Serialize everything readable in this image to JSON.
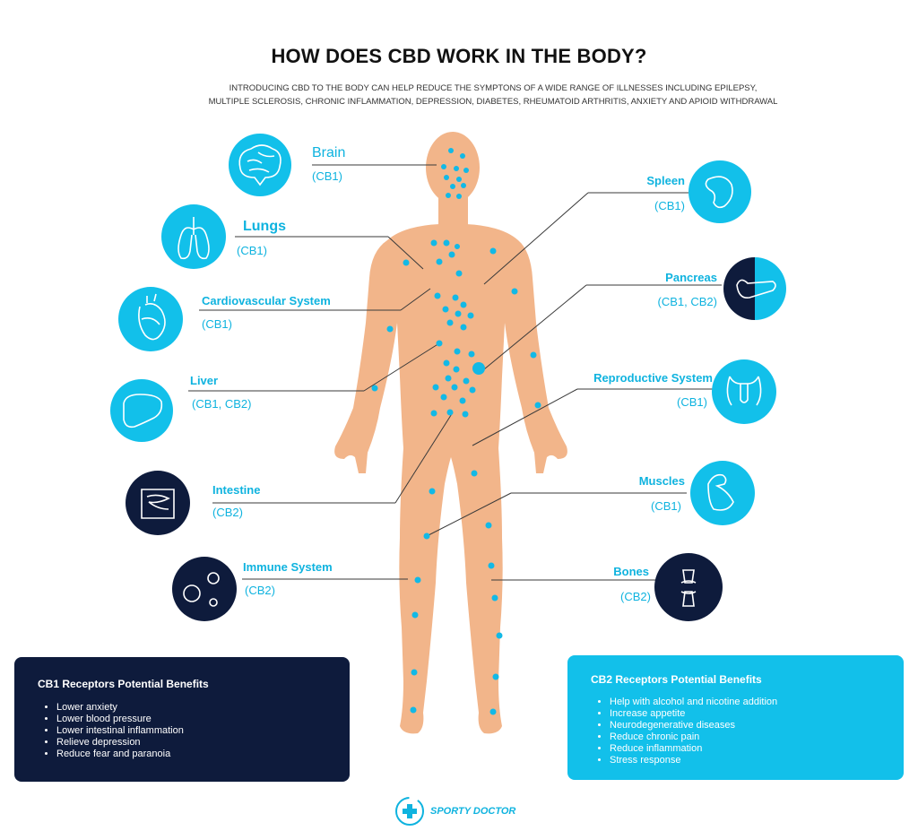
{
  "title": "HOW DOES CBD WORK IN THE BODY?",
  "subtitle_line1": "INTRODUCING CBD TO THE BODY CAN HELP REDUCE THE SYMPTONS OF A WIDE RANGE OF ILLNESSES INCLUDING EPILEPSY,",
  "subtitle_line2": "MULTIPLE SCLEROSIS, CHRONIC INFLAMMATION, DEPRESSION, DIABETES, RHEUMATOID ARTHRITIS, ANXIETY AND APIOID WITHDRAWAL",
  "colors": {
    "accent": "#0fb3df",
    "dark": "#0e1b3c",
    "skin": "#f2b58a",
    "cb2_box": "#12c0ea"
  },
  "organs_left": [
    {
      "name": "Brain",
      "receptors": "(CB1)",
      "icon": "brain-icon"
    },
    {
      "name": "Lungs",
      "receptors": "(CB1)",
      "icon": "lungs-icon"
    },
    {
      "name": "Cardiovascular System",
      "receptors": "(CB1)",
      "icon": "heart-icon"
    },
    {
      "name": "Liver",
      "receptors": "(CB1, CB2)",
      "icon": "liver-icon"
    },
    {
      "name": "Intestine",
      "receptors": "(CB2)",
      "icon": "intestine-icon"
    },
    {
      "name": "Immune System",
      "receptors": "(CB2)",
      "icon": "immune-cells-icon"
    }
  ],
  "organs_right": [
    {
      "name": "Spleen",
      "receptors": "(CB1)",
      "icon": "spleen-icon"
    },
    {
      "name": "Pancreas",
      "receptors": "(CB1, CB2)",
      "icon": "pancreas-icon"
    },
    {
      "name": "Reproductive System",
      "receptors": "(CB1)",
      "icon": "reproductive-icon"
    },
    {
      "name": "Muscles",
      "receptors": "(CB1)",
      "icon": "muscle-icon"
    },
    {
      "name": "Bones",
      "receptors": "(CB2)",
      "icon": "bone-icon"
    }
  ],
  "cb1_box": {
    "title": "CB1 Receptors Potential Benefits",
    "items": [
      "Lower anxiety",
      "Lower blood pressure",
      "Lower intestinal inflammation",
      "Relieve depression",
      "Reduce fear and paranoia"
    ]
  },
  "cb2_box": {
    "title": "CB2 Receptors Potential Benefits",
    "items": [
      "Help with alcohol and nicotine addition",
      "Increase appetite",
      "Neurodegenerative diseases",
      "Reduce chronic pain",
      "Reduce inflammation",
      "Stress response"
    ]
  },
  "logo_text": "SPORTY DOCTOR"
}
